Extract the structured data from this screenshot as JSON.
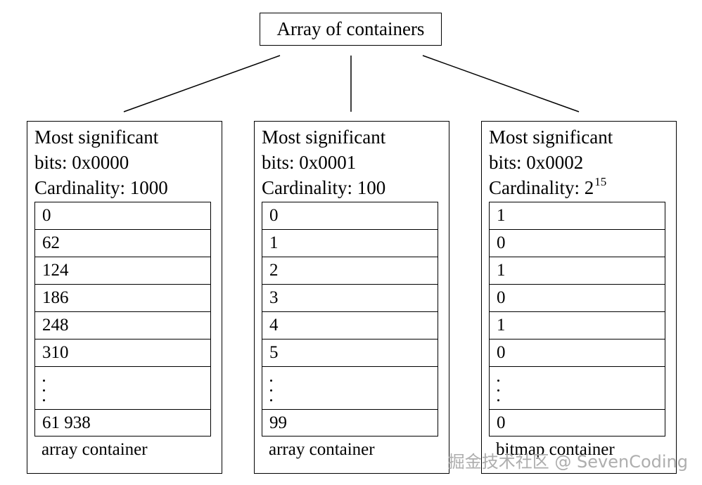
{
  "root": {
    "title": "Array of containers"
  },
  "containers": [
    {
      "header": [
        "Most significant",
        "bits: 0x0000",
        "Cardinality: 1000"
      ],
      "cardinality_exponent": "",
      "cells": [
        "0",
        "62",
        "124",
        "186",
        "248",
        "310"
      ],
      "ellipsis": "⋮",
      "last_cell": "61 938",
      "type_label": "array container"
    },
    {
      "header": [
        "Most significant",
        "bits: 0x0001",
        "Cardinality: 100"
      ],
      "cardinality_exponent": "",
      "cells": [
        "0",
        "1",
        "2",
        "3",
        "4",
        "5"
      ],
      "ellipsis": "⋮",
      "last_cell": "99",
      "type_label": "array container"
    },
    {
      "header": [
        "Most significant",
        "bits: 0x0002",
        "Cardinality: 2"
      ],
      "cardinality_exponent": "15",
      "cells": [
        "1",
        "0",
        "1",
        "0",
        "1",
        "0"
      ],
      "ellipsis": "⋮",
      "last_cell": "0",
      "type_label": "bitmap container"
    }
  ],
  "watermark": "掘金技术社区 @ SevenCoding"
}
